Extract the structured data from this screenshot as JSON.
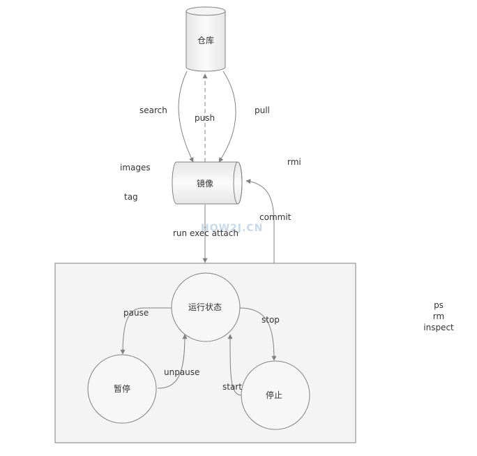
{
  "nodes": {
    "repository": "仓库",
    "image": "镜像",
    "running": "运行状态",
    "paused": "暂停",
    "stopped": "停止"
  },
  "edges": {
    "search": "search",
    "push": "push",
    "pull": "pull",
    "run_exec_attach": "run exec attach",
    "commit": "commit",
    "pause": "pause",
    "unpause": "unpause",
    "stop": "stop",
    "start": "start"
  },
  "image_commands": {
    "images": "images",
    "tag": "tag",
    "rmi": "rmi"
  },
  "container_commands": [
    "ps",
    "rm",
    "inspect"
  ],
  "watermark": "HOW2J.CN",
  "colors": {
    "stroke": "#808080",
    "container_fill": "#f4f4f4",
    "node_fill": "#f7f7f7",
    "text": "#333333"
  }
}
